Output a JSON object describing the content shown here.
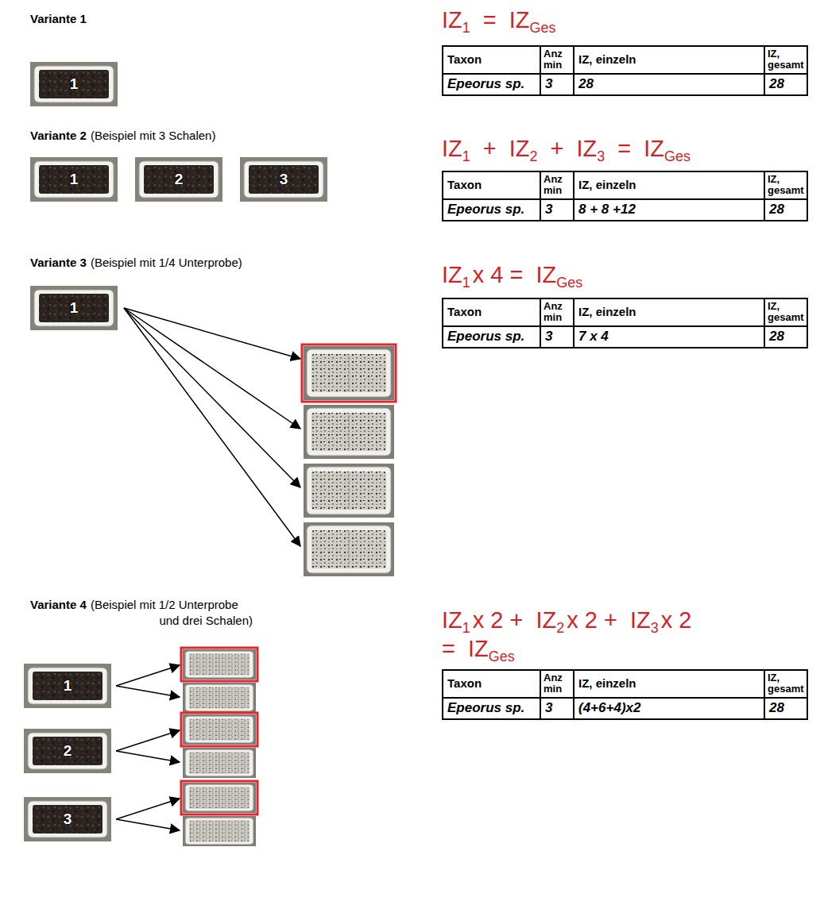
{
  "diagram": {
    "nodes": [
      {
        "text": [
          "1"
        ]
      },
      {
        "text": [
          "1"
        ]
      },
      {
        "text": [
          "2"
        ]
      },
      {
        "text": [
          "3"
        ]
      },
      {
        "text": [
          "1"
        ]
      },
      {
        "text": [
          "1"
        ]
      },
      {
        "text": [
          "2"
        ]
      },
      {
        "text": [
          "3"
        ]
      }
    ],
    "labels": [
      "Variante 1",
      "IZ",
      "1",
      "=",
      "IZ",
      "Ges",
      "Taxon",
      "Anz min",
      "IZ, einzeln",
      "IZ, gesamt",
      "Epeorus sp.",
      "3",
      "28",
      "28",
      "Variante 2",
      "(Beispiel mit 3 Schalen)",
      "IZ",
      "1",
      "+",
      "IZ",
      "2",
      "+",
      "IZ",
      "3",
      "=",
      "IZ",
      "Ges",
      "Taxon",
      "Anz min",
      "IZ, einzeln",
      "IZ, gesamt",
      "Epeorus sp.",
      "3",
      "8 + 8 +12",
      "28",
      "Variante 3",
      "(Beispiel mit 1/4 Unterprobe)",
      "IZ",
      "1",
      "x 4 =",
      "IZ",
      "Ges",
      "Taxon",
      "Anz min",
      "IZ, einzeln",
      "IZ, gesamt",
      "Epeorus sp.",
      "3",
      "7 x 4",
      "28",
      "Variante 4",
      "(Beispiel mit 1/2 Unterprobe und drei Schalen)",
      "IZ",
      "1",
      "x 2 +",
      "IZ",
      "2",
      "x 2 +",
      "IZ",
      "3",
      "x 2",
      "=",
      "IZ",
      "Ges",
      "Taxon",
      "Anz min",
      "IZ, einzeln",
      "IZ, gesamt",
      "Epeorus sp.",
      "3",
      "(4+6+4)x2",
      "28"
    ]
  }
}
